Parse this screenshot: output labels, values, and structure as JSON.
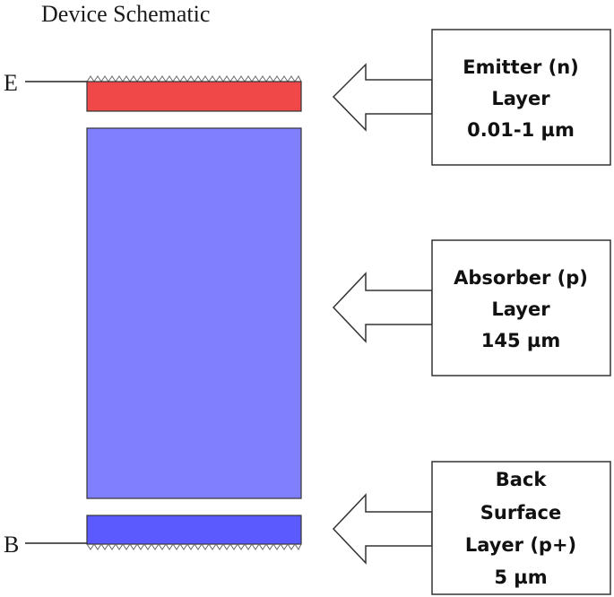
{
  "title": "Device Schematic",
  "terminals": {
    "top": "E",
    "bottom": "B"
  },
  "colors": {
    "emitter": "#f04848",
    "absorber": "#8080ff",
    "back_surface": "#5a5aff"
  },
  "callouts": [
    {
      "lines": [
        "Emitter (n)",
        "Layer",
        "0.01-1 µm"
      ]
    },
    {
      "lines": [
        "Absorber (p)",
        "Layer",
        "145 µm"
      ]
    },
    {
      "lines": [
        "Back",
        "Surface",
        "Layer (p+)",
        "5 µm"
      ]
    }
  ]
}
